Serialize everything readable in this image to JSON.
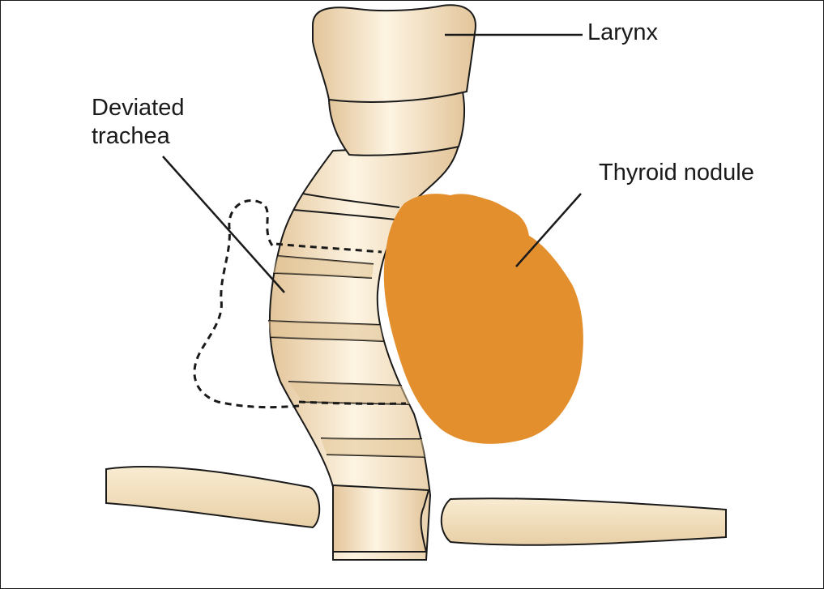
{
  "labels": {
    "larynx": "Larynx",
    "deviated_trachea": "Deviated\ntrachea",
    "thyroid_nodule": "Thyroid nodule"
  },
  "colors": {
    "cartilage_light": "#fbf1dc",
    "cartilage_mid": "#efd9b2",
    "cartilage_dark": "#e2c496",
    "nodule": "#e38f2e",
    "outline": "#1a1a1a"
  }
}
